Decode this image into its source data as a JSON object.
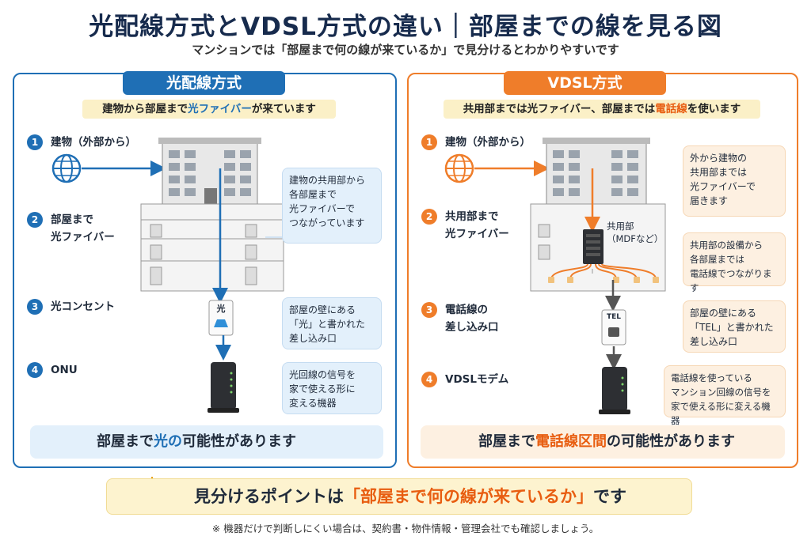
{
  "title": "光配線方式とVDSL方式の違い｜部屋までの線を見る図",
  "subtitle": "マンションでは「部屋まで何の線が来ているか」で見分けるとわかりやすいです",
  "left": {
    "tag": "光配線方式",
    "banner_pre": "建物から部屋まで",
    "banner_hl": "光ファイバー",
    "banner_post": "が来ています",
    "steps": [
      {
        "num": "1",
        "line1": "建物（外部から）",
        "line2": ""
      },
      {
        "num": "2",
        "line1": "部屋まで",
        "line2": "光ファイバー"
      },
      {
        "num": "3",
        "line1": "光コンセント",
        "line2": ""
      },
      {
        "num": "4",
        "line1": "ONU",
        "line2": ""
      }
    ],
    "callouts": [
      {
        "l1": "建物の共用部から",
        "l2": "各部屋まで",
        "l3": "光ファイバーで",
        "l4": "つながっています"
      },
      {
        "l1": "部屋の壁にある",
        "l2": "「光」と書かれた",
        "l3": "差し込み口"
      },
      {
        "l1": "光回線の信号を",
        "l2": "家で使える形に",
        "l3": "変える機器"
      }
    ],
    "outlet_label": "光",
    "footer_pre": "部屋まで",
    "footer_hl": "光の",
    "footer_post": "可能性があります"
  },
  "right": {
    "tag": "VDSL方式",
    "banner_pre": "共用部までは光ファイバー、部屋までは",
    "banner_hl": "電話線",
    "banner_post": "を使います",
    "steps": [
      {
        "num": "1",
        "line1": "建物（外部から）",
        "line2": ""
      },
      {
        "num": "2",
        "line1": "共用部まで",
        "line2": "光ファイバー"
      },
      {
        "num": "3",
        "line1": "電話線の",
        "line2": "差し込み口"
      },
      {
        "num": "4",
        "line1": "VDSLモデム",
        "line2": ""
      }
    ],
    "mdf_label1": "共用部",
    "mdf_label2": "（MDFなど）",
    "callouts": [
      {
        "l1": "外から建物の",
        "l2": "共用部までは",
        "l3": "光ファイバーで",
        "l4": "届きます"
      },
      {
        "l1": "共用部の設備から",
        "l2": "各部屋までは",
        "l3": "電話線でつながります"
      },
      {
        "l1": "部屋の壁にある",
        "l2": "「TEL」と書かれた",
        "l3": "差し込み口"
      },
      {
        "l1": "電話線を使っている",
        "l2": "マンション回線の信号を",
        "l3": "家で使える形に変える機器"
      }
    ],
    "outlet_label": "TEL",
    "footer_pre": "部屋まで",
    "footer_hl": "電話線区間",
    "footer_post": "の可能性があります"
  },
  "point": {
    "pre": "見分けるポイントは",
    "hl": "「部屋まで何の線が来ているか」",
    "post": "です"
  },
  "note": "※ 機器だけで判断しにくい場合は、契約書・物件情報・管理会社でも確認しましょう。",
  "colors": {
    "blue": "#1f6fb5",
    "orange": "#ef7d2a",
    "yellow": "#fbf0c7"
  }
}
